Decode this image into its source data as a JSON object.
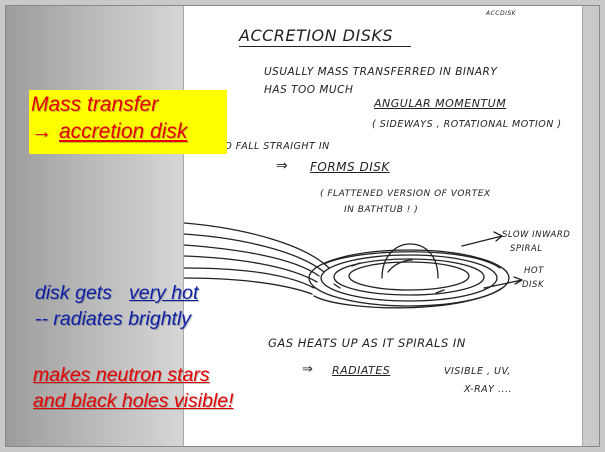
{
  "notes": {
    "corner_tag": "ACCDISK",
    "title": "ACCRETION DISKS",
    "line1": "USUALLY MASS TRANSFERRED IN BINARY",
    "line2a": "HAS TOO MUCH",
    "angular": "ANGULAR MOMENTUM",
    "sideways": "( SIDEWAYS , ROTATIONAL MOTION )",
    "fall": "TO FALL STRAIGHT IN",
    "arrow1": "⇒",
    "forms": "FORMS DISK",
    "flattened1": "( FLATTENED VERSION OF VORTEX",
    "flattened2": "IN BATHTUB ! )",
    "slow1": "SLOW INWARD",
    "slow2": "SPIRAL",
    "hot1": "HOT",
    "hot2": "DISK",
    "gas": "GAS HEATS UP AS IT SPIRALS IN",
    "arrow2": "⇒",
    "radiates": "RADIATES",
    "visible": "VISIBLE , UV,",
    "xray": "X-RAY ...."
  },
  "callouts": {
    "mass_transfer": "Mass transfer",
    "arrow": "→",
    "accretion_disk": "accretion disk",
    "disk_gets": "disk gets",
    "very_hot": "very hot",
    "radiates": "-- radiates brightly",
    "visible1": "makes neutron stars",
    "visible2": "and black holes visible!"
  }
}
